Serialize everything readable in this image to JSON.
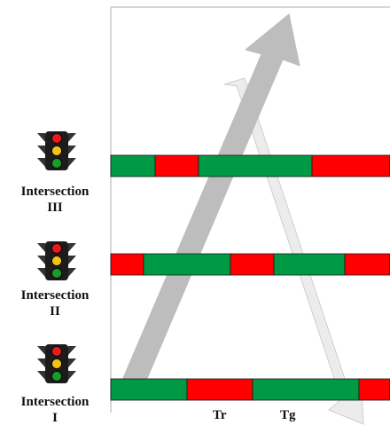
{
  "colors": {
    "green": "#009a44",
    "red": "#ff0000",
    "frame": "#c8c8c8",
    "dark_arrow": "#bdbdbd",
    "light_arrow": "#ececec"
  },
  "intersections": [
    {
      "name": "Intersection",
      "numeral": "III",
      "signal": [
        "green",
        "red",
        "green",
        "red"
      ]
    },
    {
      "name": "Intersection",
      "numeral": "II",
      "signal": [
        "red",
        "green",
        "red",
        "green",
        "red"
      ]
    },
    {
      "name": "Intersection",
      "numeral": "I",
      "signal": [
        "green",
        "red",
        "green",
        "red"
      ]
    }
  ],
  "time_labels": {
    "red_time": "Tr",
    "green_time": "Tg"
  }
}
